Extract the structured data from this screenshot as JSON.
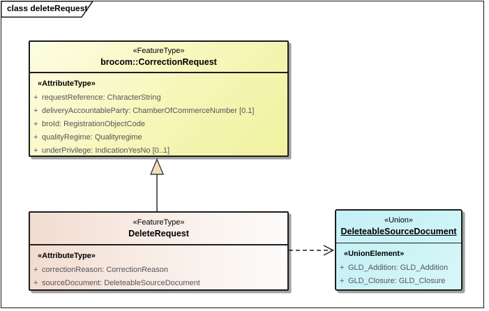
{
  "frame": {
    "label": "class deleteRequest"
  },
  "glyphs": {
    "visibility_public": "+"
  },
  "classes": {
    "correction": {
      "stereotype": "«FeatureType»",
      "name": "brocom::CorrectionRequest",
      "section_label": "«AttributeType»",
      "attributes": [
        "requestReference: CharacterString",
        "deliveryAccountableParty: ChamberOfCommerceNumber [0.1]",
        "broId: RegistrationObjectCode",
        "qualityRegime: Qualityregime",
        "underPrivilege: IndicationYesNo [0..1]"
      ]
    },
    "delete": {
      "stereotype": "«FeatureType»",
      "name": "DeleteRequest",
      "section_label": "«AttributeType»",
      "attributes": [
        "correctionReason: CorrectionReason",
        "sourceDocument: DeleteableSourceDocument"
      ]
    },
    "union": {
      "stereotype": "«Union»",
      "name": "DeleteableSourceDocument",
      "section_label": "«UnionElement»",
      "attributes": [
        "GLD_Addition: GLD_Addition",
        "GLD_Closure: GLD_Closure"
      ]
    }
  },
  "relations": {
    "generalization": "DeleteRequest → brocom::CorrectionRequest",
    "dependency": "DeleteRequest ⇢ DeleteableSourceDocument"
  },
  "colors": {
    "correction_fill": "#f3f3a4",
    "delete_fill": "#f2dcd1",
    "union_fill": "#c9f2f6",
    "generalization_arrow_fill": "#f3dfb7",
    "attribute_text": "#54535b",
    "border": "#1c1c1c"
  }
}
